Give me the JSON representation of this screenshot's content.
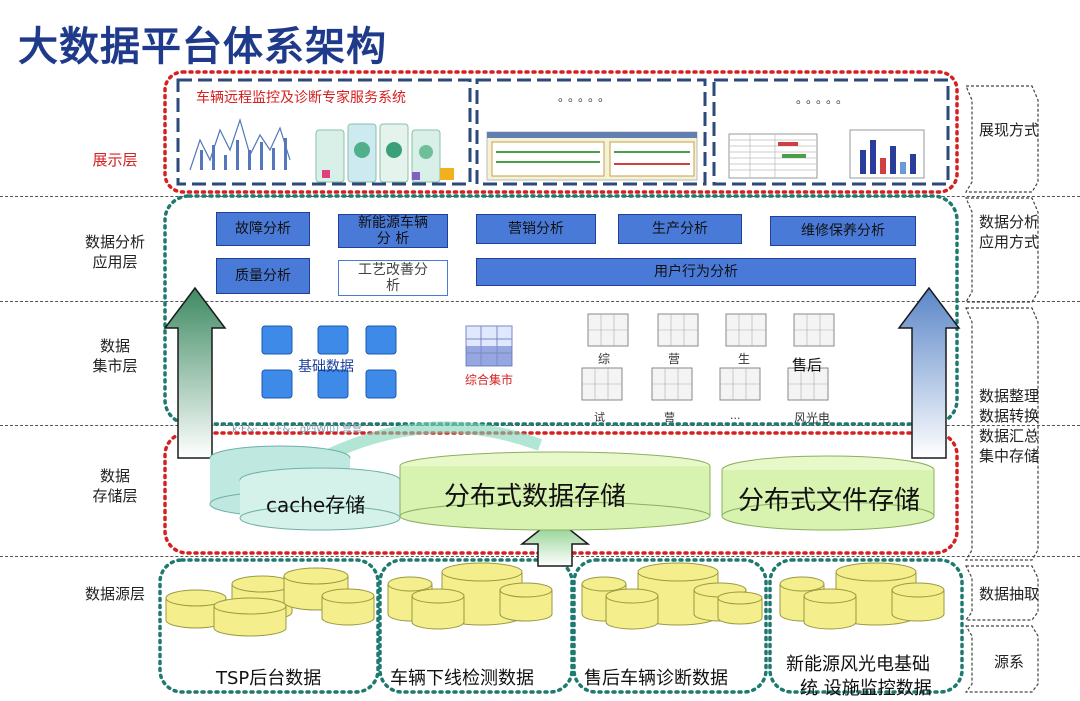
{
  "title": "大数据平台体系架构",
  "layers": {
    "display": "展示层",
    "analysis": "数据分析\n应用层",
    "mart": "数据\n集市层",
    "storage": "数据\n存储层",
    "source": "数据源层"
  },
  "right_labels": {
    "display": "展现方式",
    "analysis": "数据分析\n应用方式",
    "processing": "数据整理\n数据转换\n数据汇总\n集中存储",
    "extract": "数据抽取",
    "source": "源系"
  },
  "display_panels": {
    "panel1_title": "车辆远程监控及诊断专家服务系统",
    "panel2_title": "。。。。。",
    "panel3_title": "。。。。。"
  },
  "analysis_boxes": {
    "fault": "故障分析",
    "nev": "新能源车辆\n分  析",
    "marketing": "营销分析",
    "production": "生产分析",
    "maintenance": "维修保养分析",
    "quality": "质量分析",
    "process": "工艺改善分\n析",
    "user_behavior": "用户行为分析"
  },
  "mart": {
    "basic_data": "基础数据",
    "combined_mart": "综合集市",
    "cube_labels": [
      "综",
      "营",
      "生",
      "售后",
      "试",
      "营",
      "...",
      "风光电"
    ],
    "faint_text": "k·F&·  ·  ·  ·F&··  g四Wl山  营营"
  },
  "storage": {
    "cache": "cache存储",
    "distributed_data": "分布式数据存储",
    "distributed_file": "分布式文件存储"
  },
  "sources": {
    "tsp": "TSP后台数据",
    "offline": "车辆下线检测数据",
    "after_sales": "售后车辆诊断数据",
    "nev_infra_1": "新能源风光电基础",
    "nev_infra_2": "统  设施监控数据"
  },
  "colors": {
    "title": "#1f3a8a",
    "red_border": "#d62020",
    "navy_border": "#2b4a7a",
    "teal_border": "#1e7a6e",
    "box_fill": "#4a7ad8",
    "cylinder_yellow": "#f4ee8c",
    "cylinder_green": "#d8f2b0"
  }
}
